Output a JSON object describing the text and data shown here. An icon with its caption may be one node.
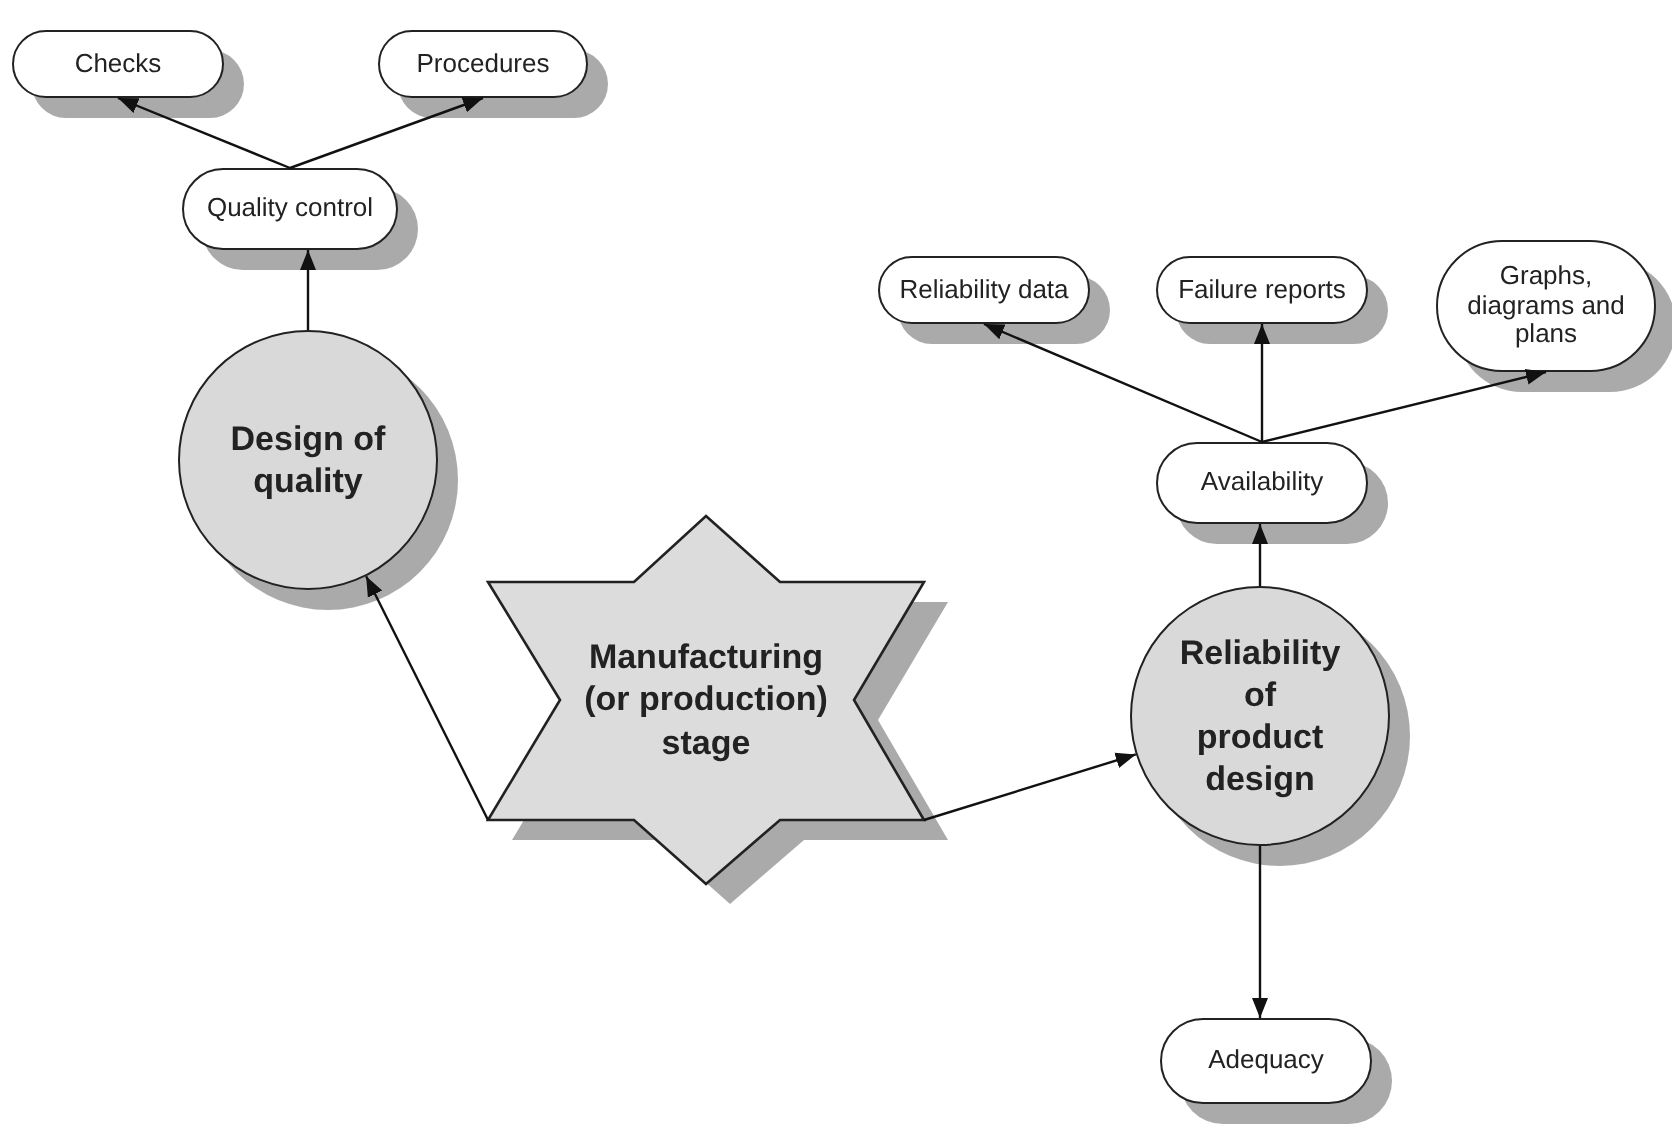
{
  "diagram": {
    "nodes": [
      {
        "text": [
          "Checks"
        ]
      },
      {
        "text": [
          "Procedures"
        ]
      },
      {
        "text": [
          "Quality control"
        ]
      },
      {
        "text": [
          "Design of quality"
        ]
      },
      {
        "text": [
          "Manufacturing (or production) stage"
        ]
      },
      {
        "text": [
          "Reliability of product design"
        ]
      },
      {
        "text": [
          "Availability"
        ]
      },
      {
        "text": [
          "Reliability data"
        ]
      },
      {
        "text": [
          "Failure reports"
        ]
      },
      {
        "text": [
          "Graphs, diagrams and plans"
        ]
      },
      {
        "text": [
          "Adequacy"
        ]
      }
    ],
    "edges": [
      {
        "from": 3,
        "to": 2,
        "arrow": "to"
      },
      {
        "from": 2,
        "to": 0,
        "arrow": "to"
      },
      {
        "from": 2,
        "to": 1,
        "arrow": "to"
      },
      {
        "from": 4,
        "to": 3,
        "arrow": "to"
      },
      {
        "from": 4,
        "to": 5,
        "arrow": "to"
      },
      {
        "from": 5,
        "to": 6,
        "arrow": "to"
      },
      {
        "from": 6,
        "to": 7,
        "arrow": "to"
      },
      {
        "from": 6,
        "to": 8,
        "arrow": "to"
      },
      {
        "from": 6,
        "to": 9,
        "arrow": "to"
      },
      {
        "from": 5,
        "to": 10,
        "arrow": "to"
      }
    ]
  }
}
